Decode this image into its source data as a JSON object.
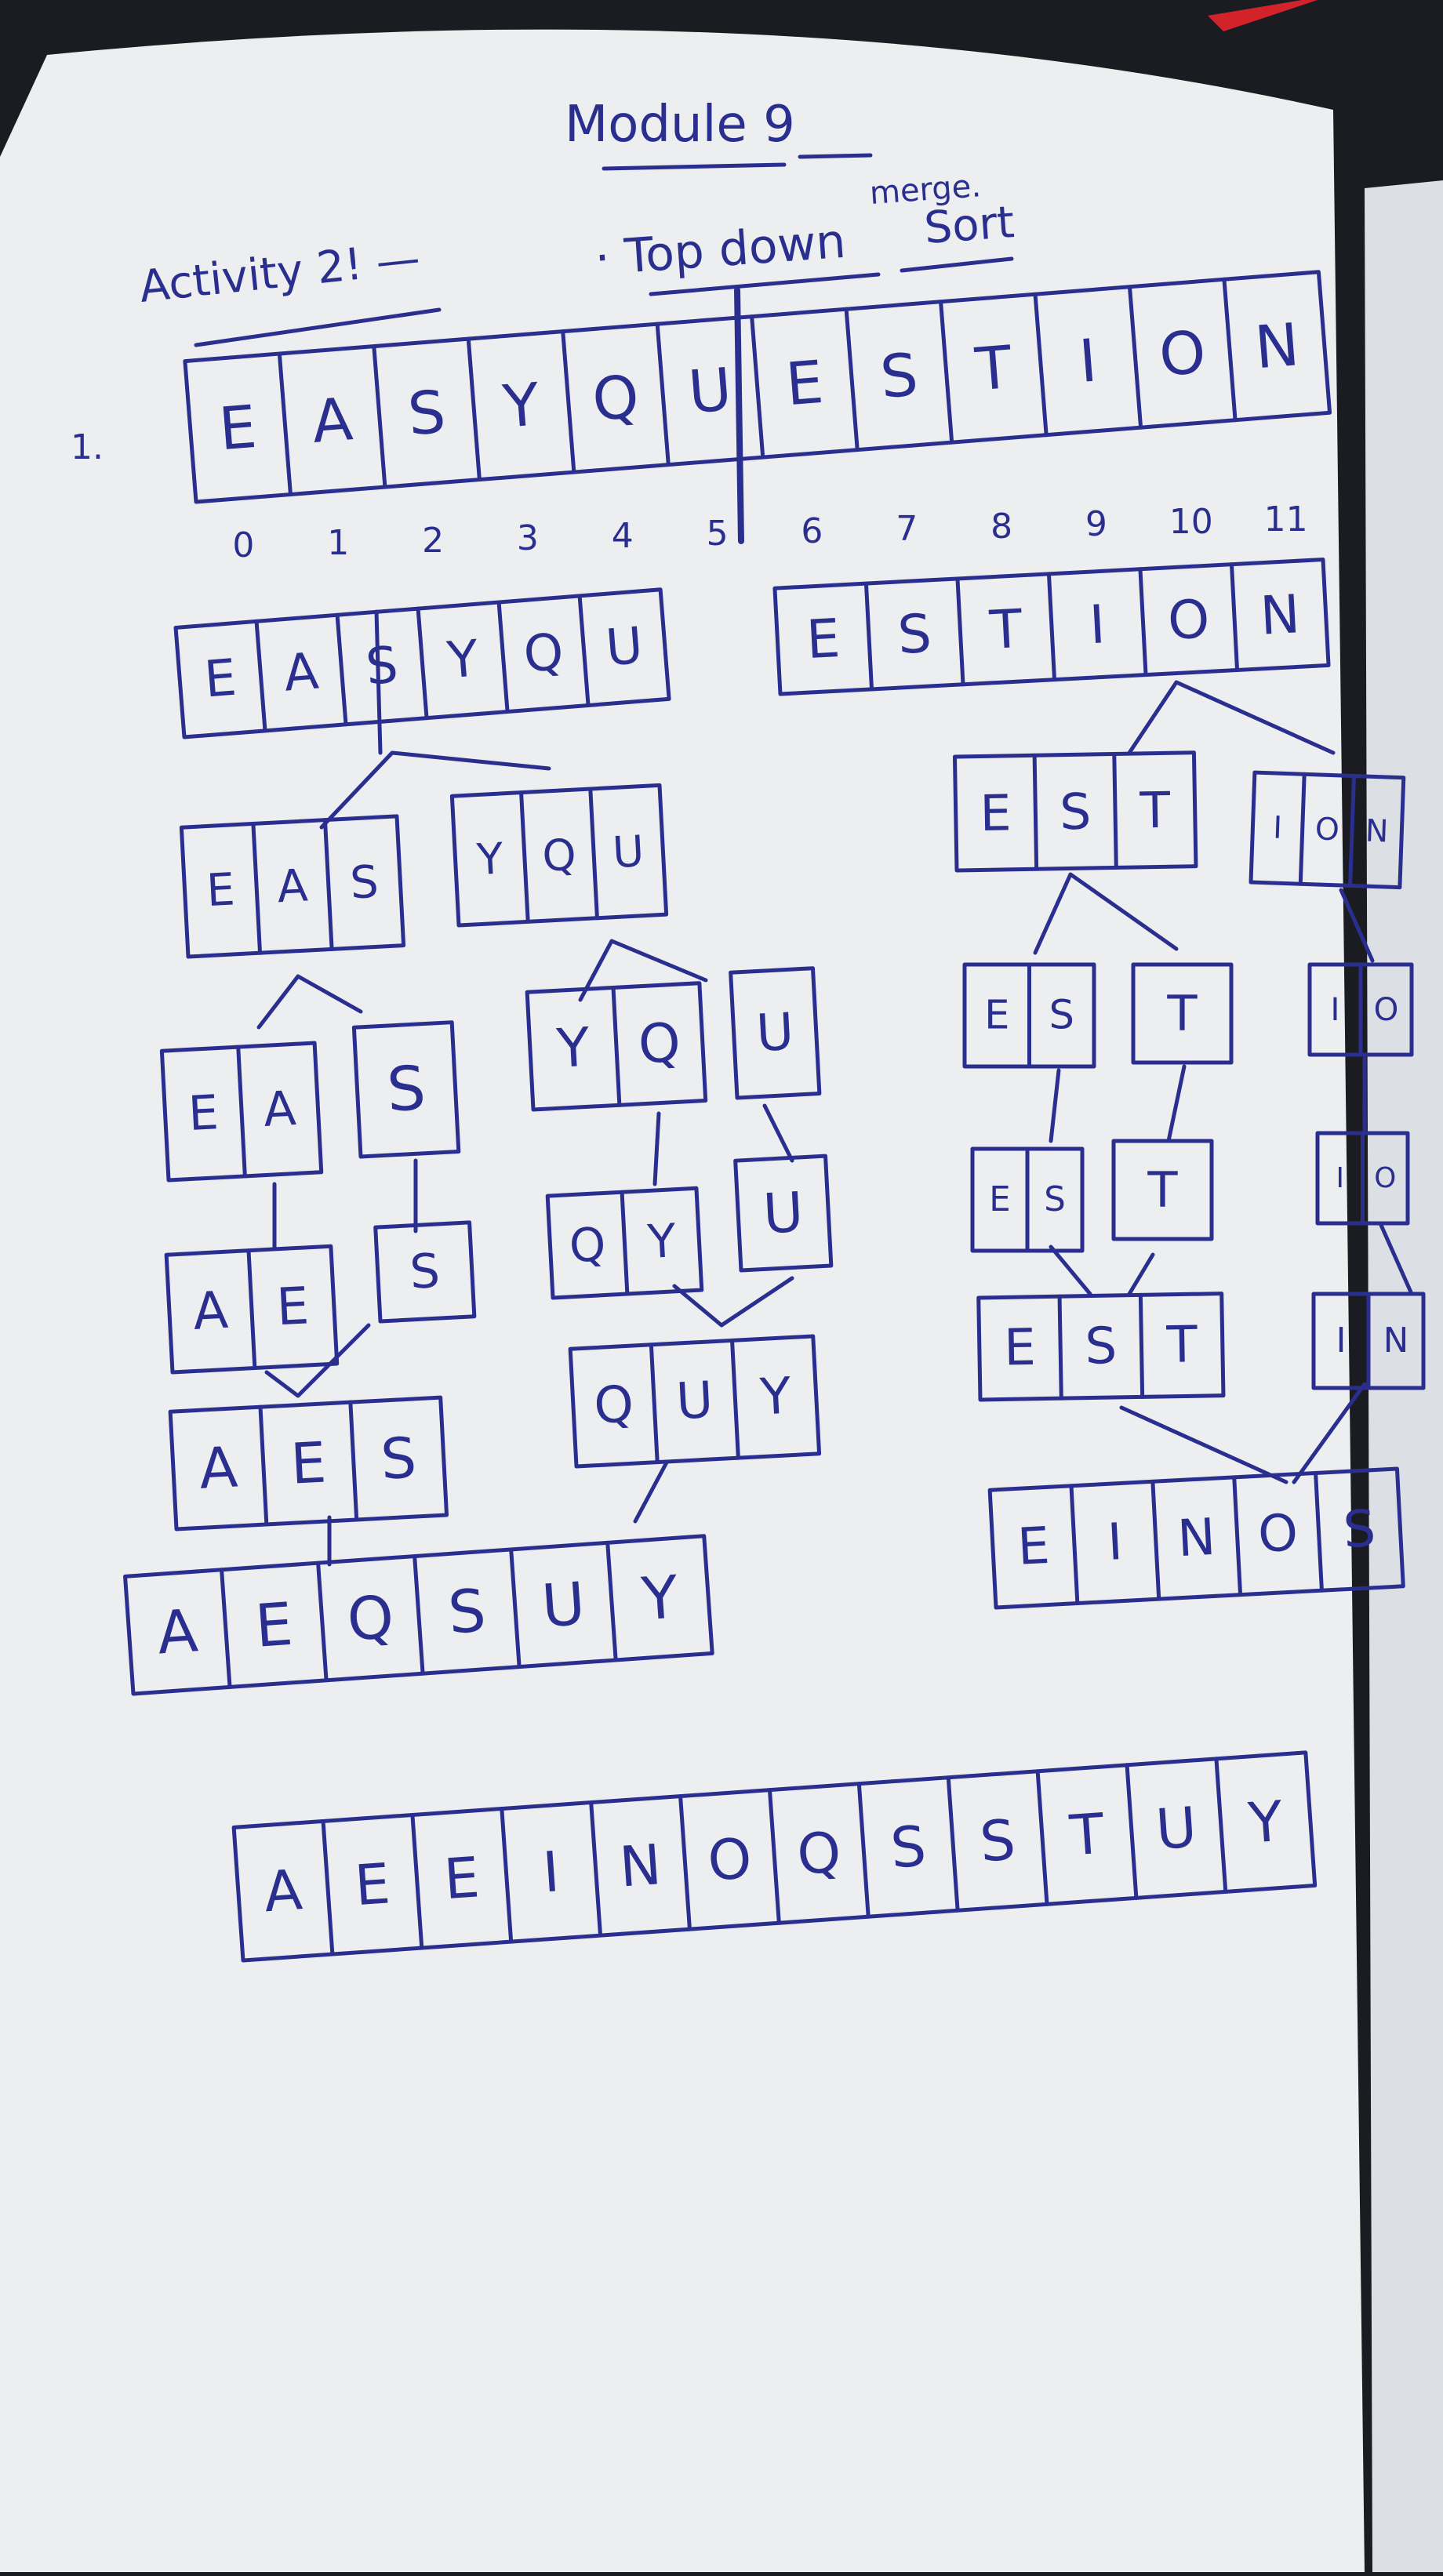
{
  "header": {
    "title": "Module 9",
    "activity": "Activity 2! —",
    "topic": "· Top down",
    "topic_word": "Sort",
    "caret_note": "merge.",
    "item_number": "1."
  },
  "input": {
    "letters": [
      "E",
      "A",
      "S",
      "Y",
      "Q",
      "U",
      "E",
      "S",
      "T",
      "I",
      "O",
      "N"
    ],
    "indices": [
      "0",
      "1",
      "2",
      "3",
      "4",
      "5",
      "6",
      "7",
      "8",
      "9",
      "10",
      "11"
    ]
  },
  "left_tree": {
    "half": [
      "E",
      "A",
      "S",
      "Y",
      "Q",
      "U"
    ],
    "split_a": [
      "E",
      "A",
      "S"
    ],
    "split_b": [
      "Y",
      "Q",
      "U"
    ],
    "ea": [
      "E",
      "A"
    ],
    "s": [
      "S"
    ],
    "yq": [
      "Y",
      "Q"
    ],
    "u": [
      "U"
    ],
    "ae": [
      "A",
      "E"
    ],
    "s2": [
      "S"
    ],
    "qy": [
      "Q",
      "Y"
    ],
    "u2": [
      "U"
    ],
    "aes": [
      "A",
      "E",
      "S"
    ],
    "quy": [
      "Q",
      "U",
      "Y"
    ],
    "merged": [
      "A",
      "E",
      "Q",
      "S",
      "U",
      "Y"
    ]
  },
  "right_tree": {
    "half": [
      "E",
      "S",
      "T",
      "I",
      "O",
      "N"
    ],
    "split_a": [
      "E",
      "S",
      "T"
    ],
    "split_b": [
      "I",
      "O",
      "N"
    ],
    "es": [
      "E",
      "S"
    ],
    "t": [
      "T"
    ],
    "io": [
      "I",
      "O"
    ],
    "es2": [
      "E",
      "S"
    ],
    "t2": [
      "T"
    ],
    "io2": [
      "I",
      "O"
    ],
    "est": [
      "E",
      "S",
      "T"
    ],
    "in": [
      "I",
      "N"
    ],
    "merged": [
      "E",
      "I",
      "N",
      "O",
      "S"
    ]
  },
  "final": [
    "A",
    "E",
    "E",
    "I",
    "N",
    "O",
    "Q",
    "S",
    "S",
    "T",
    "U",
    "Y"
  ]
}
